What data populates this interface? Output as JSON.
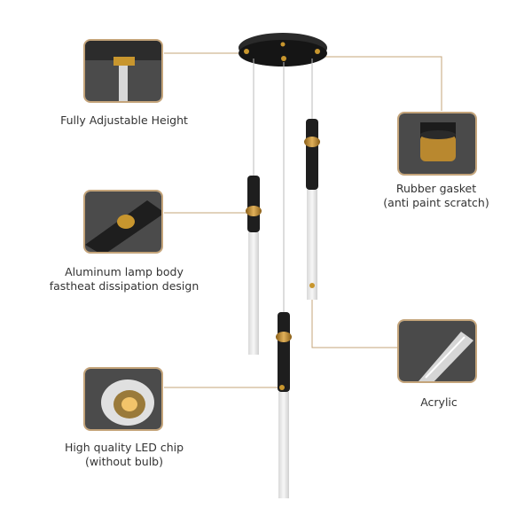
{
  "features": {
    "height": {
      "label": "Fully Adjustable Height"
    },
    "gasket": {
      "line1": "Rubber gasket",
      "line2": "(anti paint scratch)"
    },
    "body": {
      "line1": "Aluminum lamp body",
      "line2": "fastheat dissipation design"
    },
    "acrylic": {
      "label": "Acrylic"
    },
    "led": {
      "line1": "High quality LED chip",
      "line2": "(without bulb)"
    }
  },
  "colors": {
    "callout_line": "#c4a47a",
    "thumb_bg": "#4a4a4a",
    "lamp_black": "#1e1e1e",
    "brass": "#c8962e"
  }
}
